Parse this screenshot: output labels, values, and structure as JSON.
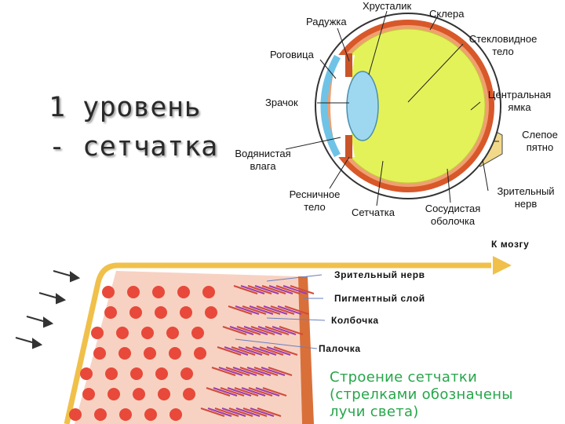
{
  "heading": {
    "line1": "1 уровень",
    "line2": "- сетчатка"
  },
  "eye_labels": {
    "lens": "Хрусталик",
    "iris": "Радужка",
    "sclera": "Склера",
    "cornea": "Роговица",
    "vitreous_1": "Стекловидное",
    "vitreous_2": "тело",
    "fovea_1": "Центральная",
    "fovea_2": "ямка",
    "pupil": "Зрачок",
    "aqueous_1": "Водянистая",
    "aqueous_2": "влага",
    "blind_spot_1": "Слепое",
    "blind_spot_2": "пятно",
    "ciliary_1": "Ресничное",
    "ciliary_2": "тело",
    "retina": "Сетчатка",
    "choroid_1": "Сосудистая",
    "choroid_2": "оболочка",
    "optic_nerve_1": "Зрительный",
    "optic_nerve_2": "нерв"
  },
  "retina_labels": {
    "to_brain": "К мозгу",
    "optic_nerve": "Зрительный нерв",
    "pigment_layer": "Пигментный слой",
    "cone": "Колбочка",
    "rod": "Палочка"
  },
  "caption": {
    "line1": "Строение сетчатки",
    "line2": "(стрелками обозначены",
    "line3": "лучи света)"
  },
  "colors": {
    "caption": "#26a64a",
    "vitreous": "#e4f25a",
    "choroid": "#d8582a",
    "cornea": "#8fd3ee",
    "nerve": "#f2d98a",
    "retina_cells": "#e8493a"
  }
}
